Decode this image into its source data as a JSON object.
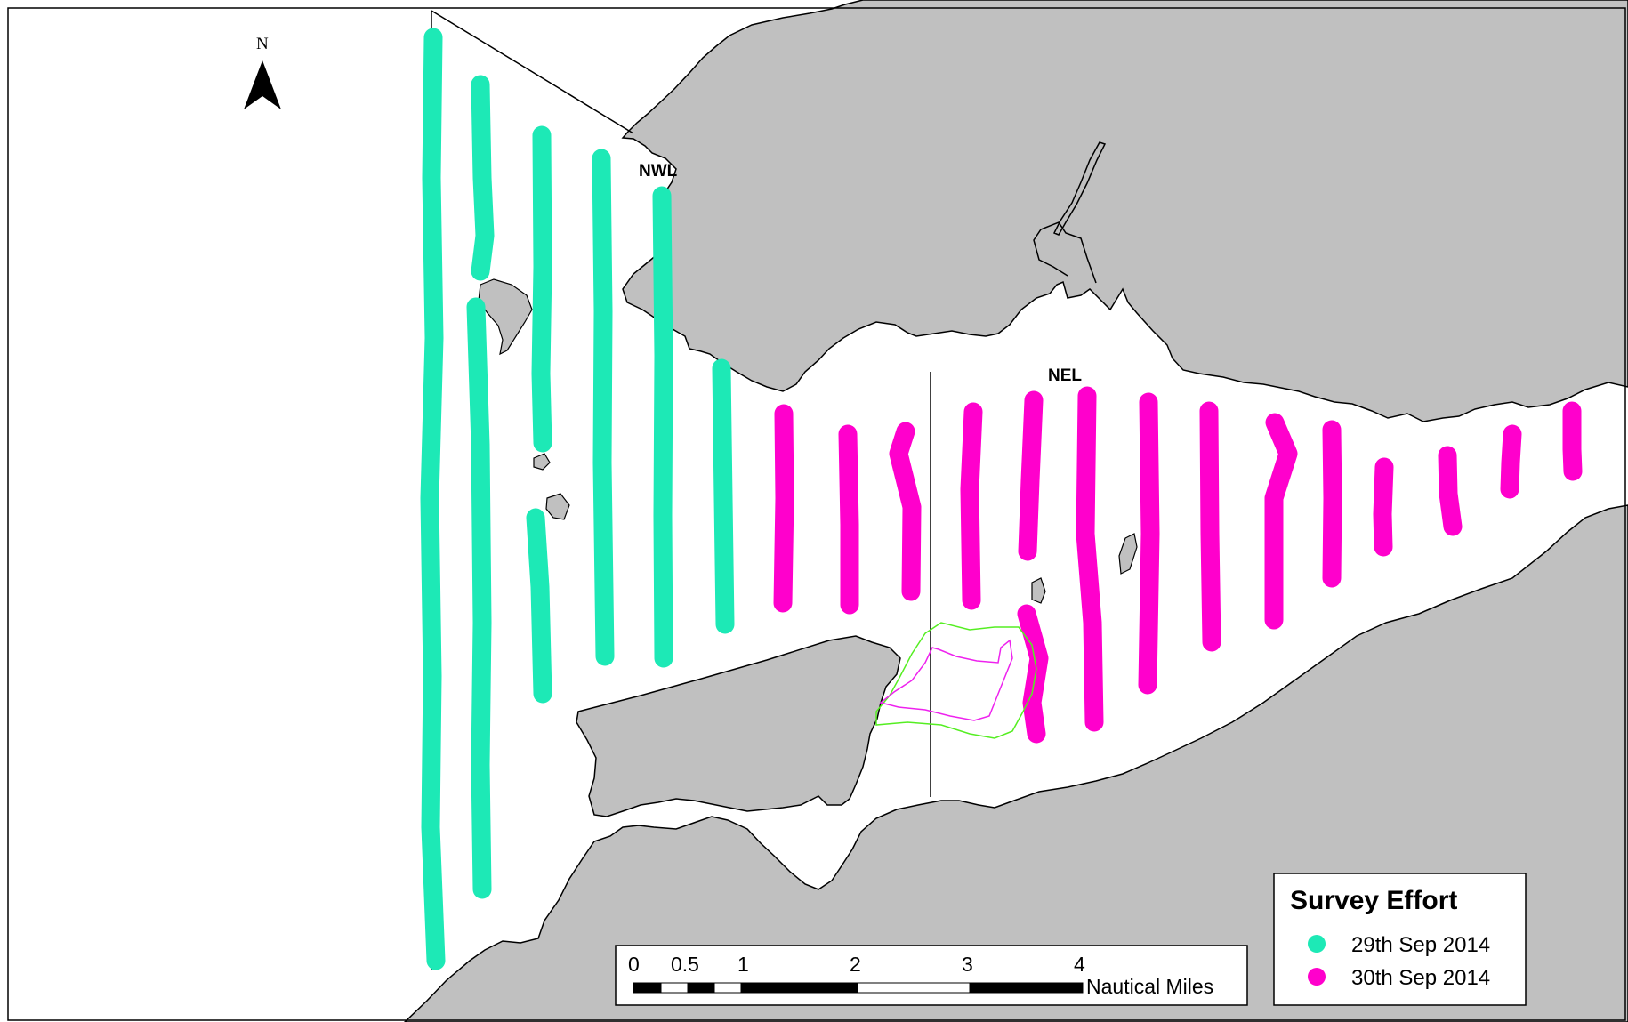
{
  "map": {
    "land_color": "#c0c0c0",
    "sea_color": "#ffffff",
    "north_arrow_label": "N",
    "areas": [
      {
        "id": "nwl",
        "label": "NWL"
      },
      {
        "id": "nel",
        "label": "NEL"
      }
    ]
  },
  "legend": {
    "title": "Survey Effort",
    "entries": [
      {
        "id": "day1",
        "label": "29th Sep 2014",
        "color": "#1de9b6"
      },
      {
        "id": "day2",
        "label": "30th Sep 2014",
        "color": "#ff00cc"
      }
    ]
  },
  "scale_bar": {
    "ticks": [
      "0",
      "0.5",
      "1",
      "2",
      "3",
      "4"
    ],
    "unit": "Nautical Miles"
  },
  "contours": [
    {
      "id": "green-contour",
      "color": "#55ee22"
    },
    {
      "id": "magenta-contour",
      "color": "#ee22ee"
    }
  ]
}
